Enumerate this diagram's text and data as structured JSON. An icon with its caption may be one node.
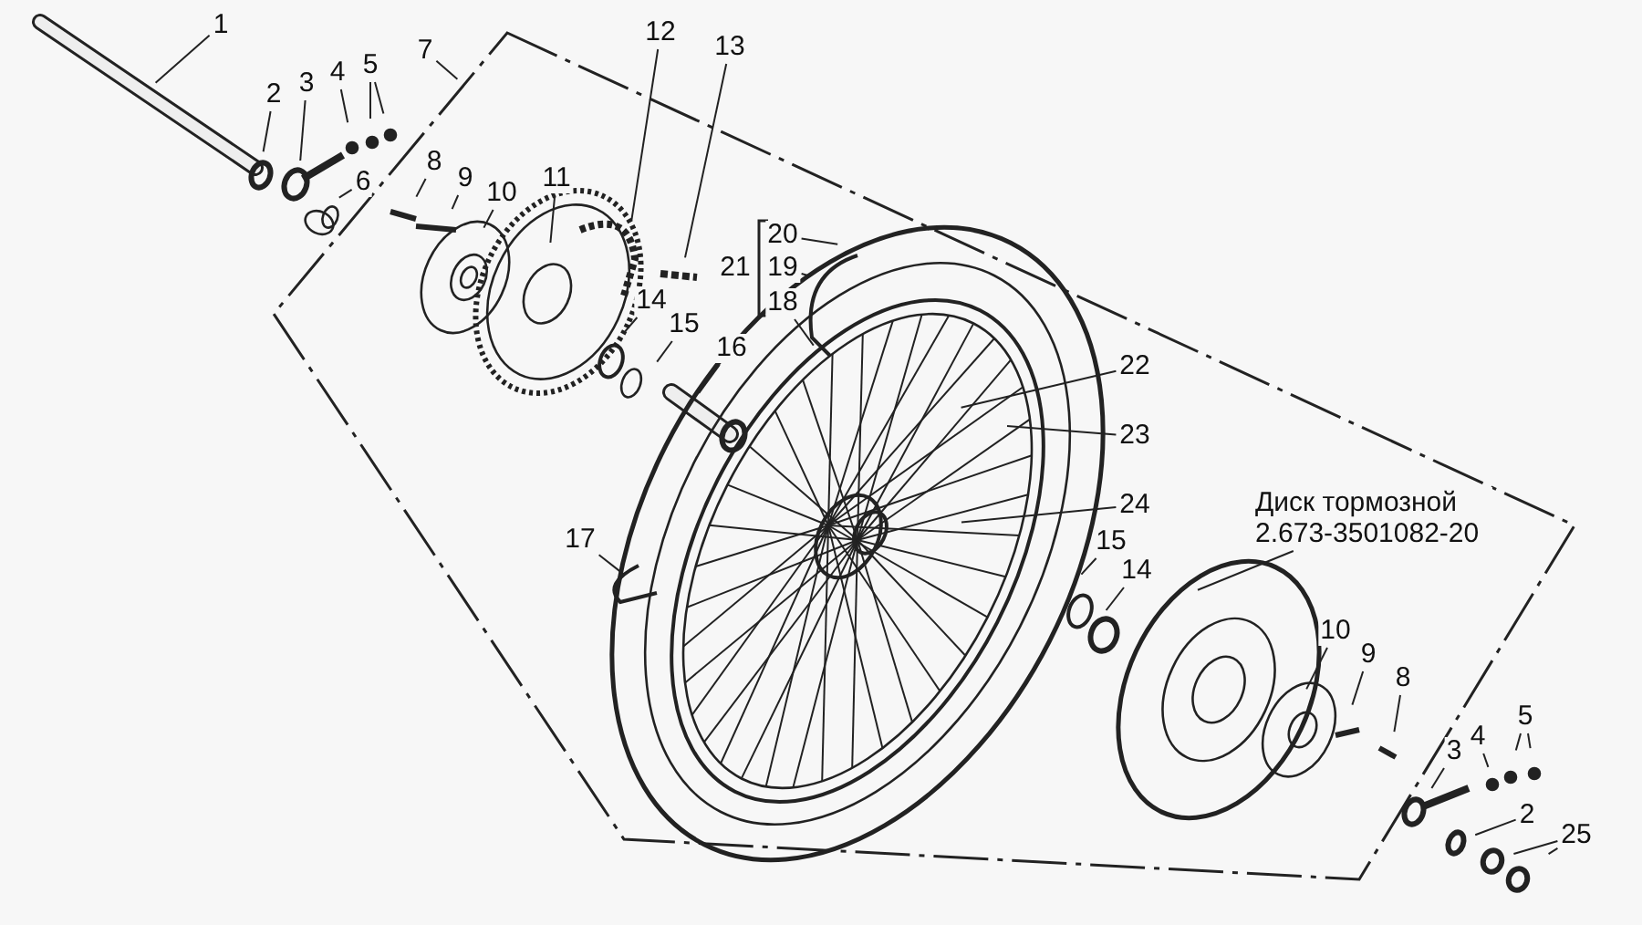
{
  "diagram": {
    "nodes": [
      {
        "text": [
          "1"
        ]
      },
      {
        "text": [
          "2"
        ]
      },
      {
        "text": [
          "3"
        ]
      },
      {
        "text": [
          "4"
        ]
      },
      {
        "text": [
          "5"
        ]
      },
      {
        "text": [
          "6"
        ]
      },
      {
        "text": [
          "7"
        ]
      },
      {
        "text": [
          "8"
        ]
      },
      {
        "text": [
          "9"
        ]
      },
      {
        "text": [
          "10"
        ]
      },
      {
        "text": [
          "11"
        ]
      },
      {
        "text": [
          "12"
        ]
      },
      {
        "text": [
          "13"
        ]
      },
      {
        "text": [
          "14"
        ]
      },
      {
        "text": [
          "15"
        ]
      },
      {
        "text": [
          "16"
        ]
      },
      {
        "text": [
          "17"
        ]
      },
      {
        "text": [
          "20"
        ]
      },
      {
        "text": [
          "19"
        ]
      },
      {
        "text": [
          "18"
        ]
      },
      {
        "text": [
          "22"
        ]
      },
      {
        "text": [
          "23"
        ]
      },
      {
        "text": [
          "24"
        ]
      },
      {
        "text": [
          "Диск тормозной 2.673-3501082-20"
        ]
      },
      {
        "text": [
          "15"
        ]
      },
      {
        "text": [
          "14"
        ]
      },
      {
        "text": [
          "10"
        ]
      },
      {
        "text": [
          "9"
        ]
      },
      {
        "text": [
          "8"
        ]
      },
      {
        "text": [
          "3"
        ]
      },
      {
        "text": [
          "4"
        ]
      },
      {
        "text": [
          "5"
        ]
      },
      {
        "text": [
          "2"
        ]
      },
      {
        "text": [
          "25"
        ]
      }
    ],
    "edges": [
      {
        "from": 0,
        "to": null,
        "arrow": "none"
      },
      {
        "from": 1,
        "to": null,
        "arrow": "none"
      },
      {
        "from": 2,
        "to": null,
        "arrow": "none"
      },
      {
        "from": 3,
        "to": null,
        "arrow": "none"
      },
      {
        "from": 4,
        "to": null,
        "arrow": "none"
      },
      {
        "from": 4,
        "to": null,
        "arrow": "none"
      },
      {
        "from": 5,
        "to": null,
        "arrow": "none"
      },
      {
        "from": 6,
        "to": null,
        "arrow": "none"
      },
      {
        "from": 7,
        "to": null,
        "arrow": "none"
      },
      {
        "from": 8,
        "to": null,
        "arrow": "none"
      },
      {
        "from": 9,
        "to": null,
        "arrow": "none"
      },
      {
        "from": 10,
        "to": null,
        "arrow": "none"
      },
      {
        "from": 11,
        "to": null,
        "arrow": "none"
      },
      {
        "from": 12,
        "to": null,
        "arrow": "none"
      },
      {
        "from": 13,
        "to": null,
        "arrow": "none"
      },
      {
        "from": 14,
        "to": null,
        "arrow": "none"
      },
      {
        "from": 15,
        "to": null,
        "arrow": "none"
      },
      {
        "from": 16,
        "to": null,
        "arrow": "none"
      },
      {
        "from": 17,
        "to": null,
        "arrow": "none"
      },
      {
        "from": 18,
        "to": null,
        "arrow": "none"
      },
      {
        "from": 19,
        "to": null,
        "arrow": "none"
      },
      {
        "from": 20,
        "to": null,
        "arrow": "none"
      },
      {
        "from": 21,
        "to": null,
        "arrow": "none"
      },
      {
        "from": 22,
        "to": null,
        "arrow": "none"
      },
      {
        "from": 23,
        "to": null,
        "arrow": "none"
      },
      {
        "from": 24,
        "to": null,
        "arrow": "none"
      },
      {
        "from": 25,
        "to": null,
        "arrow": "none"
      },
      {
        "from": 26,
        "to": null,
        "arrow": "none"
      },
      {
        "from": 27,
        "to": null,
        "arrow": "none"
      },
      {
        "from": 28,
        "to": null,
        "arrow": "none"
      },
      {
        "from": 29,
        "to": null,
        "arrow": "none"
      },
      {
        "from": 30,
        "to": null,
        "arrow": "none"
      },
      {
        "from": 31,
        "to": null,
        "arrow": "none"
      },
      {
        "from": 31,
        "to": null,
        "arrow": "none"
      },
      {
        "from": 32,
        "to": null,
        "arrow": "none"
      },
      {
        "from": 33,
        "to": null,
        "arrow": "none"
      },
      {
        "from": 33,
        "to": null,
        "arrow": "none"
      }
    ],
    "labels": [
      "21"
    ]
  }
}
